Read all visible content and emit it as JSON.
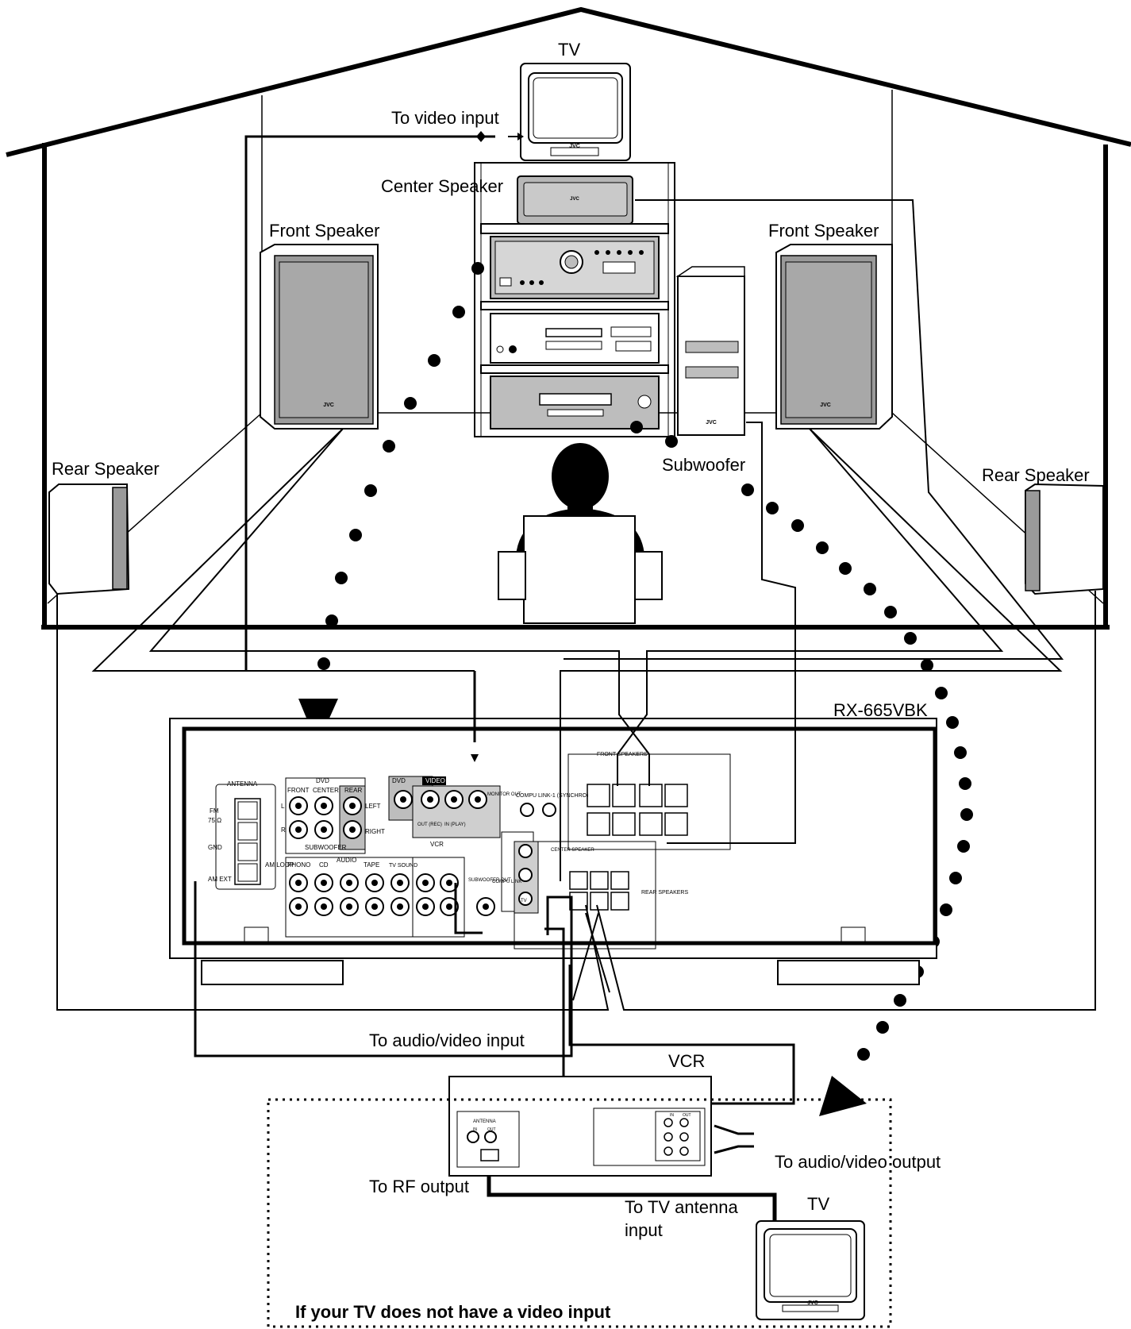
{
  "labels": {
    "tv_top": "TV",
    "to_video_input": "To video input",
    "center_speaker": "Center Speaker",
    "front_speaker_left": "Front Speaker",
    "front_speaker_right": "Front Speaker",
    "rear_speaker_left": "Rear Speaker",
    "rear_speaker_right": "Rear Speaker",
    "subwoofer": "Subwoofer",
    "receiver_model": "RX-665VBK",
    "to_av_input": "To audio/video input",
    "vcr": "VCR",
    "to_av_output": "To audio/video output",
    "to_rf_output": "To RF output",
    "to_tv_antenna_input_1": "To TV antenna",
    "to_tv_antenna_input_2": "input",
    "tv_bottom": "TV",
    "no_video_input_note": "If your TV does not have a video input"
  },
  "brand": "JVC",
  "panel": {
    "antenna": "ANTENNA",
    "fm": "FM",
    "fm_75": "75 Ω",
    "gnd": "GND",
    "am_ext": "AM EXT",
    "am_loop": "AM LOOP",
    "dvd_group": "DVD",
    "front": "FRONT",
    "center": "CENTER",
    "rear": "REAR",
    "left": "LEFT",
    "right": "RIGHT",
    "subwoofer": "SUBWOOFER",
    "l": "L",
    "r": "R",
    "dvd_video": "DVD",
    "video": "VIDEO",
    "monitor_out": "MONITOR OUT",
    "out_rec": "OUT (REC)",
    "in_play": "IN (PLAY)",
    "vcr": "VCR",
    "compu_link": "COMPU LINK-1 (SYNCHRO)",
    "phono": "PHONO",
    "cd": "CD",
    "audio": "AUDIO",
    "tape": "TAPE",
    "tv_sound": "TV SOUND",
    "subwoofer_out": "SUBWOOFER OUT",
    "compu_link_short": "COMPU LINK",
    "front_speakers": "FRONT SPEAKERS",
    "center_speaker": "CENTER SPEAKER",
    "rear_speakers": "REAR SPEAKERS",
    "tv_tag": "TV"
  },
  "vcr_panel": {
    "antenna": "ANTENNA",
    "in": "IN",
    "out": "OUT"
  },
  "colors": {
    "line": "#000000",
    "speaker_face": "#9a9a9a",
    "device_gray": "#bdbdbd",
    "panel_gray": "#cfcfcf"
  }
}
